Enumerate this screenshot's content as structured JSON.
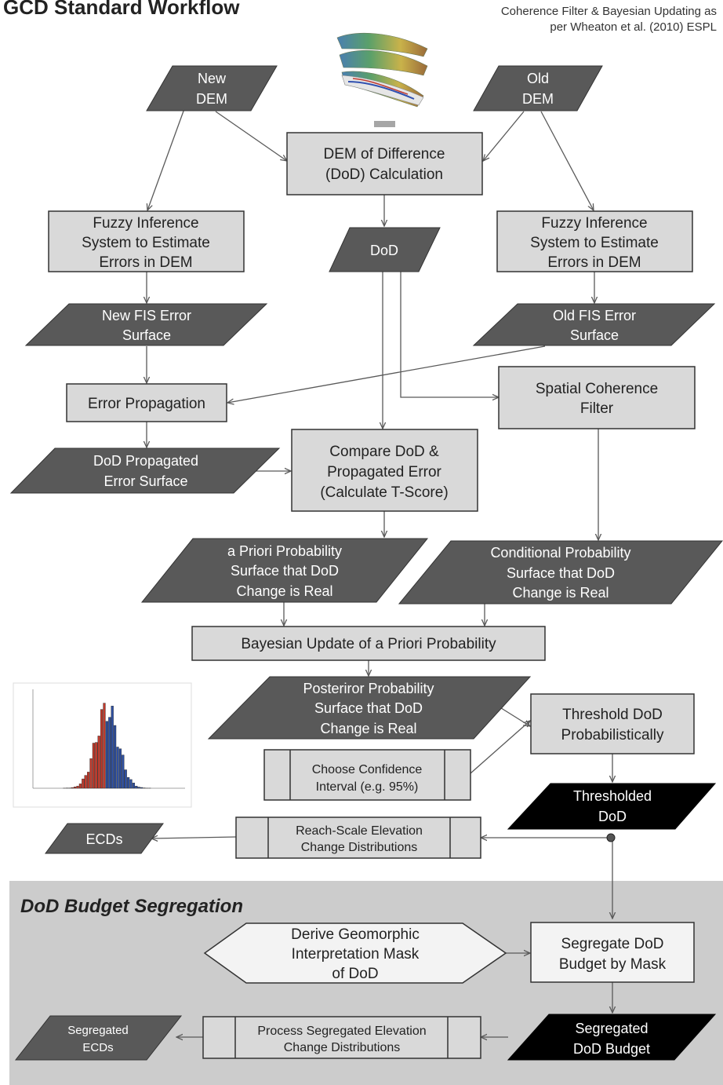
{
  "header": {
    "title": "GCD Standard Workflow",
    "citation_lines": [
      "Coherence Filter & Bayesian Updating as",
      "per Wheaton et al. (2010) ESPL"
    ]
  },
  "colors": {
    "dark_data": "#595959",
    "black_data": "#000000",
    "process_fill": "#d9d9d9",
    "light_process_fill": "#f3f3f3",
    "segregation_panel": "#cccccc",
    "line": "#595959"
  },
  "nodes": {
    "new_dem": [
      "New",
      "DEM"
    ],
    "old_dem": [
      "Old",
      "DEM"
    ],
    "dod_calc": [
      "DEM of Difference",
      "(DoD) Calculation"
    ],
    "fis_left": [
      "Fuzzy Inference",
      "System to Estimate",
      "Errors in DEM"
    ],
    "fis_right": [
      "Fuzzy Inference",
      "System to Estimate",
      "Errors in DEM"
    ],
    "dod": [
      "DoD"
    ],
    "new_fis_error": [
      "New FIS Error",
      "Surface"
    ],
    "old_fis_error": [
      "Old FIS Error",
      "Surface"
    ],
    "error_propagation": [
      "Error Propagation"
    ],
    "spatial_coherence": [
      "Spatial Coherence",
      "Filter"
    ],
    "dod_propagated": [
      "DoD Propagated",
      "Error Surface"
    ],
    "compare": [
      "Compare DoD &",
      "Propagated Error",
      "(Calculate T-Score)"
    ],
    "apriori": [
      "a Priori Probability",
      "Surface that DoD",
      "Change is Real"
    ],
    "conditional": [
      "Conditional Probability",
      "Surface that DoD",
      "Change is Real"
    ],
    "bayesian": [
      "Bayesian Update of a Priori Probability"
    ],
    "posterior": [
      "Posteriror Probability",
      "Surface that DoD",
      "Change is Real"
    ],
    "threshold": [
      "Threshold DoD",
      "Probabilistically"
    ],
    "confidence": [
      "Choose Confidence",
      "Interval (e.g. 95%)"
    ],
    "thresholded": [
      "Thresholded",
      "DoD"
    ],
    "ecds": [
      "ECDs"
    ],
    "reach_scale": [
      "Reach-Scale Elevation",
      "Change Distributions"
    ]
  },
  "segregation": {
    "title": "DoD Budget Segregation",
    "derive_mask": [
      "Derive Geomorphic",
      "Interpretation Mask",
      "of DoD"
    ],
    "segregate_budget": [
      "Segregate DoD",
      "Budget by Mask"
    ],
    "segregated_budget": [
      "Segregated",
      "DoD Budget"
    ],
    "process_segregated": [
      "Process Segregated Elevation",
      "Change Distributions"
    ],
    "segregated_ecds": [
      "Segregated",
      "ECDs"
    ]
  }
}
